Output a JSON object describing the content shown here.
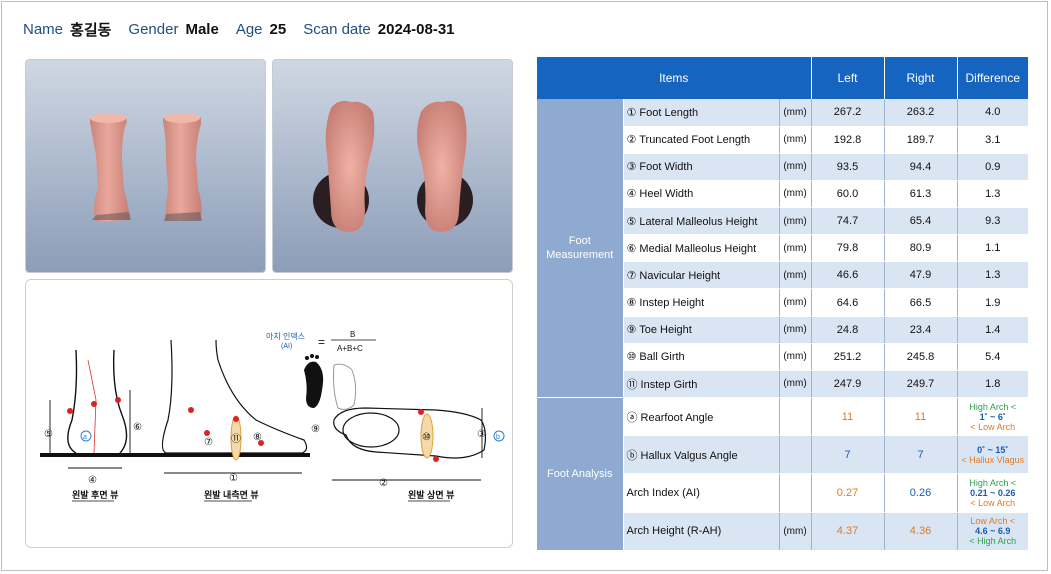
{
  "patient": {
    "name_label": "Name",
    "name": "홍길동",
    "gender_label": "Gender",
    "gender": "Male",
    "age_label": "Age",
    "age": "25",
    "scan_label": "Scan date",
    "scan_date": "2024-08-31"
  },
  "diagram": {
    "formula_title_1": "아치 인덱스",
    "formula_title_2": "(AI)",
    "formula_eq": "=",
    "formula_num": "B",
    "formula_den": "A+B+C",
    "caption_rear": "왼발 후면 뷰",
    "caption_medial": "왼발 내측면 뷰",
    "caption_top": "왼발 상면 뷰"
  },
  "table": {
    "headers": {
      "items": "Items",
      "left": "Left",
      "right": "Right",
      "difference": "Difference"
    },
    "group_measurement": "Foot Measurement",
    "group_analysis": "Foot Analysis",
    "rows": [
      {
        "item": "① Foot Length",
        "unit": "(mm)",
        "left": "267.2",
        "right": "263.2",
        "diff": "4.0"
      },
      {
        "item": "② Truncated Foot Length",
        "unit": "(mm)",
        "left": "192.8",
        "right": "189.7",
        "diff": "3.1"
      },
      {
        "item": "③ Foot Width",
        "unit": "(mm)",
        "left": "93.5",
        "right": "94.4",
        "diff": "0.9"
      },
      {
        "item": "④ Heel Width",
        "unit": "(mm)",
        "left": "60.0",
        "right": "61.3",
        "diff": "1.3"
      },
      {
        "item": "⑤ Lateral Malleolus Height",
        "unit": "(mm)",
        "left": "74.7",
        "right": "65.4",
        "diff": "9.3"
      },
      {
        "item": "⑥ Medial Malleolus Height",
        "unit": "(mm)",
        "left": "79.8",
        "right": "80.9",
        "diff": "1.1"
      },
      {
        "item": "⑦ Navicular Height",
        "unit": "(mm)",
        "left": "46.6",
        "right": "47.9",
        "diff": "1.3"
      },
      {
        "item": "⑧ Instep Height",
        "unit": "(mm)",
        "left": "64.6",
        "right": "66.5",
        "diff": "1.9"
      },
      {
        "item": "⑨ Toe Height",
        "unit": "(mm)",
        "left": "24.8",
        "right": "23.4",
        "diff": "1.4"
      },
      {
        "item": "⑩ Ball Girth",
        "unit": "(mm)",
        "left": "251.2",
        "right": "245.8",
        "diff": "5.4"
      },
      {
        "item": "⑪ Instep Girth",
        "unit": "(mm)",
        "left": "247.9",
        "right": "249.7",
        "diff": "1.8"
      }
    ],
    "analysis": [
      {
        "item": "ⓐ Rearfoot Angle",
        "unit": "",
        "left": "11",
        "right": "11",
        "diff": [
          "High Arch <",
          "1˚ ~ 6˚",
          "< Low Arch"
        ]
      },
      {
        "item": "ⓑ Hallux Valgus Angle",
        "unit": "",
        "left": "7",
        "right": "7",
        "diff": [
          "0˚ ~ 15˚",
          "< Hallux Vlagus"
        ]
      },
      {
        "item": "Arch Index (AI)",
        "unit": "",
        "left": "0.27",
        "right": "0.26",
        "diff": [
          "High Arch <",
          "0.21 ~ 0.26",
          "< Low Arch"
        ]
      },
      {
        "item": "Arch Height (R-AH)",
        "unit": "(mm)",
        "left": "4.37",
        "right": "4.36",
        "diff": [
          "Low Arch <",
          "4.6 ~ 6.9",
          "< High Arch"
        ]
      }
    ]
  }
}
